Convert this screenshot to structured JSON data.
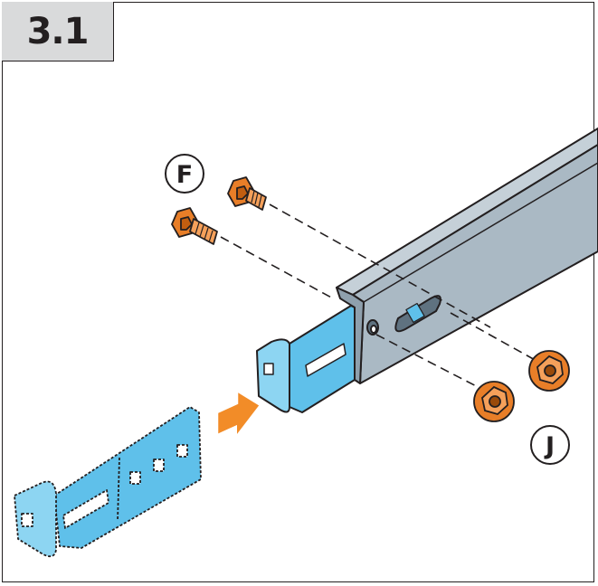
{
  "step": {
    "number": "3.1"
  },
  "callouts": {
    "screws": {
      "label": "F"
    },
    "nuts": {
      "label": "J"
    }
  },
  "colors": {
    "rail": "#aab9c4",
    "rail_dark": "#8fa0ad",
    "bracket": "#5fc0ea",
    "hardware": "#e87e28",
    "arrow": "#f28c28",
    "header_bg": "#d9dadb",
    "outline": "#231f20"
  },
  "icons": [
    "screw-icon",
    "flange-nut-icon",
    "insert-arrow-icon"
  ]
}
